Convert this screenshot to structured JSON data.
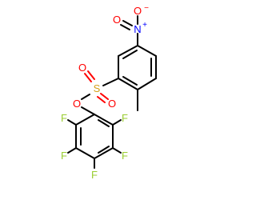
{
  "molecule": {
    "colors": {
      "bond": "#000000",
      "oxygen": "#ff0000",
      "nitrogen": "#0000ff",
      "sulfur": "#d4a017",
      "fluorine": "#9acd32",
      "carbon": "#000000"
    },
    "atoms": [
      {
        "id": "o_nitro_top",
        "label": "O",
        "element": "oxygen"
      },
      {
        "id": "minus_charge",
        "label": "−",
        "element": "oxygen"
      },
      {
        "id": "n_nitro",
        "label": "N",
        "element": "nitrogen"
      },
      {
        "id": "plus_charge",
        "label": "+",
        "element": "nitrogen"
      },
      {
        "id": "o_nitro_left",
        "label": "O",
        "element": "oxygen"
      },
      {
        "id": "s_sulfonyl",
        "label": "S",
        "element": "sulfur"
      },
      {
        "id": "o_sulfonyl_1",
        "label": "O",
        "element": "oxygen"
      },
      {
        "id": "o_sulfonyl_2",
        "label": "O",
        "element": "oxygen"
      },
      {
        "id": "o_ester",
        "label": "O",
        "element": "oxygen"
      },
      {
        "id": "f_1",
        "label": "F",
        "element": "fluorine"
      },
      {
        "id": "f_2",
        "label": "F",
        "element": "fluorine"
      },
      {
        "id": "f_3",
        "label": "F",
        "element": "fluorine"
      },
      {
        "id": "f_4",
        "label": "F",
        "element": "fluorine"
      },
      {
        "id": "f_5",
        "label": "F",
        "element": "fluorine"
      }
    ]
  }
}
